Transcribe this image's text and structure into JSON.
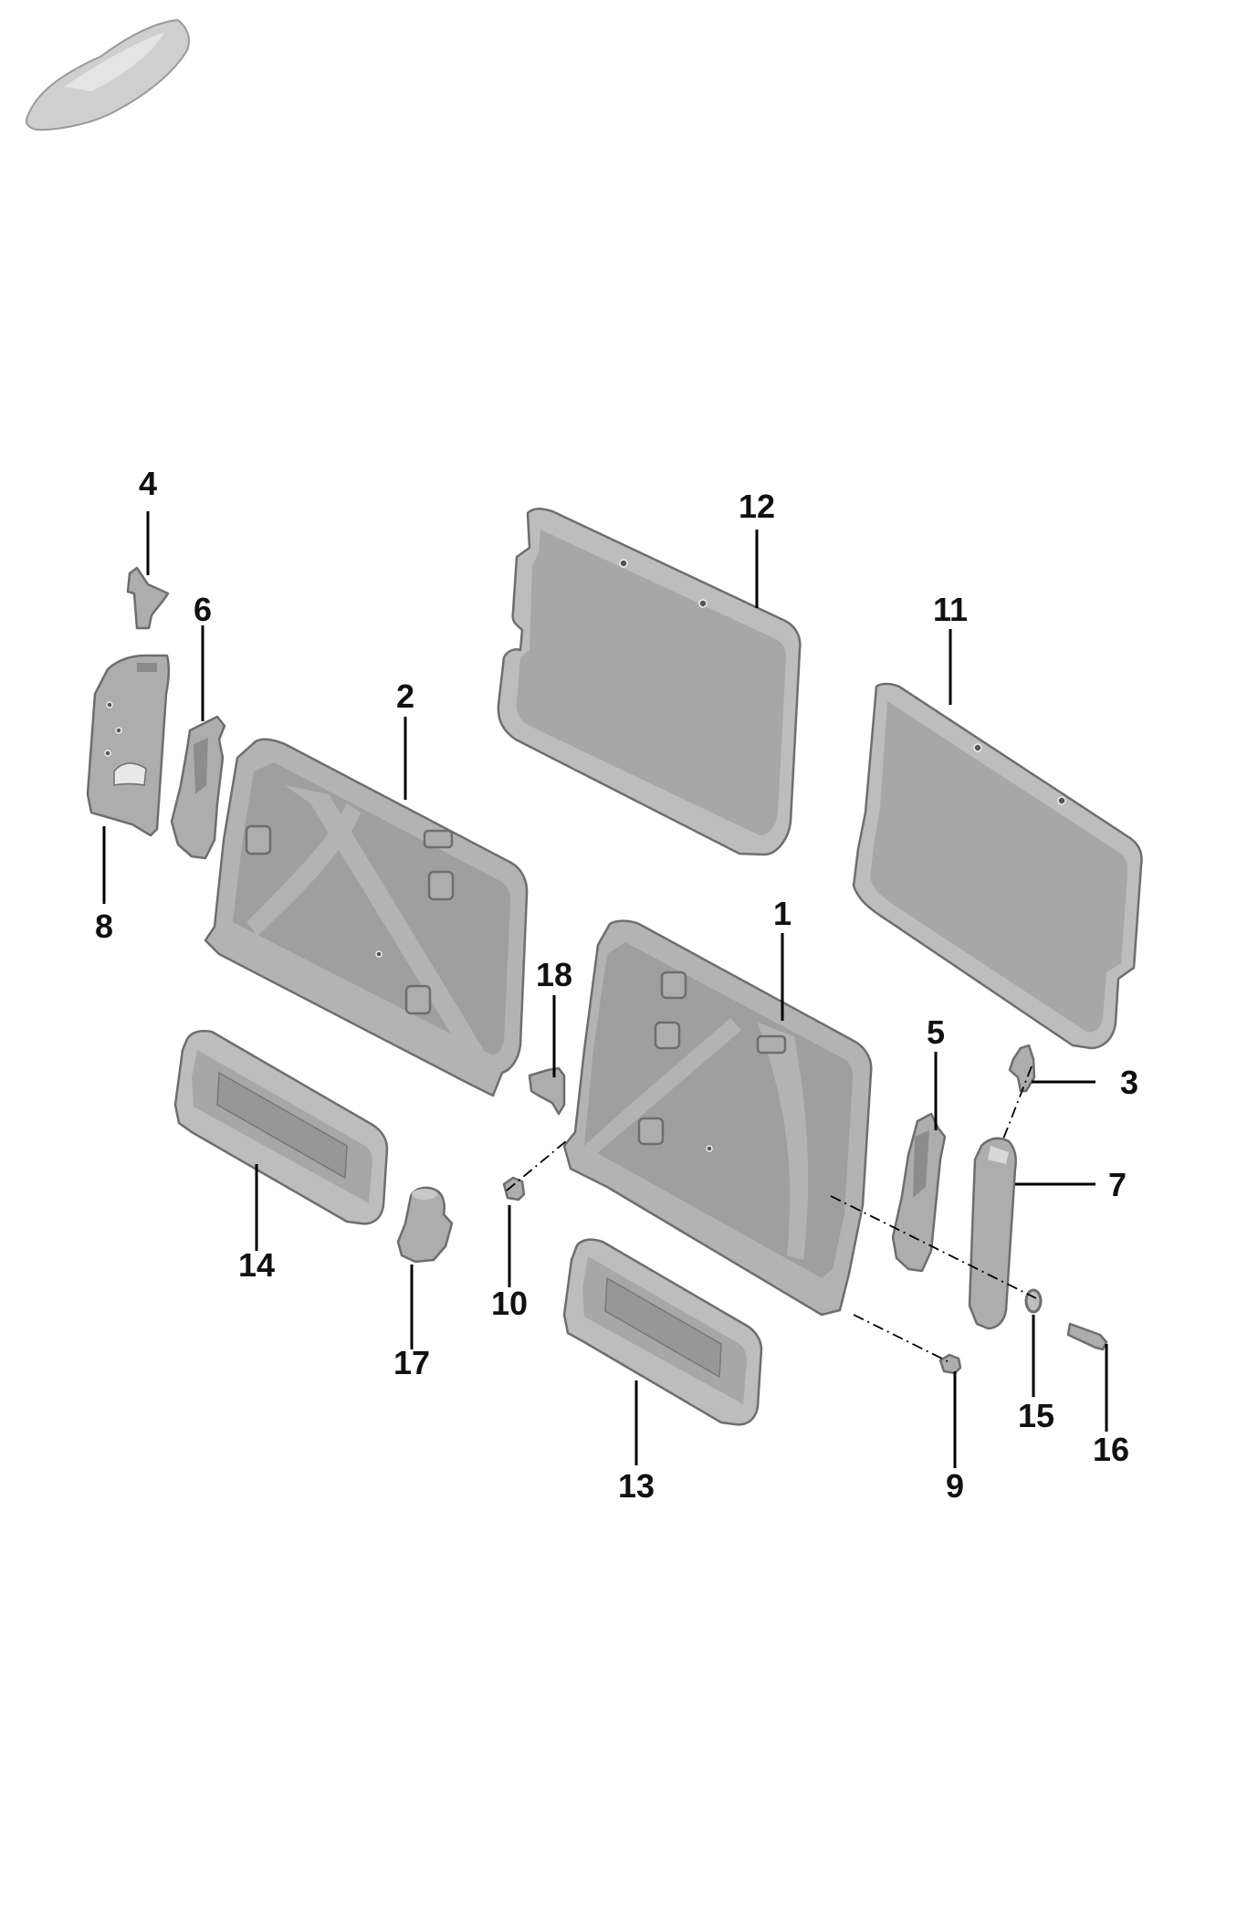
{
  "callouts": {
    "c1": "1",
    "c2": "2",
    "c3": "3",
    "c4": "4",
    "c5": "5",
    "c6": "6",
    "c7": "7",
    "c8": "8",
    "c9": "9",
    "c10": "10",
    "c11": "11",
    "c12": "12",
    "c13": "13",
    "c14": "14",
    "c15": "15",
    "c16": "16",
    "c17": "17",
    "c18": "18"
  },
  "colors": {
    "part_fill": "#a7a7a7",
    "part_outline": "#6e6e6e",
    "callout_text": "#111111",
    "background": "#ffffff"
  },
  "icons": {
    "vehicle_thumbnail": "car-silhouette-icon"
  }
}
